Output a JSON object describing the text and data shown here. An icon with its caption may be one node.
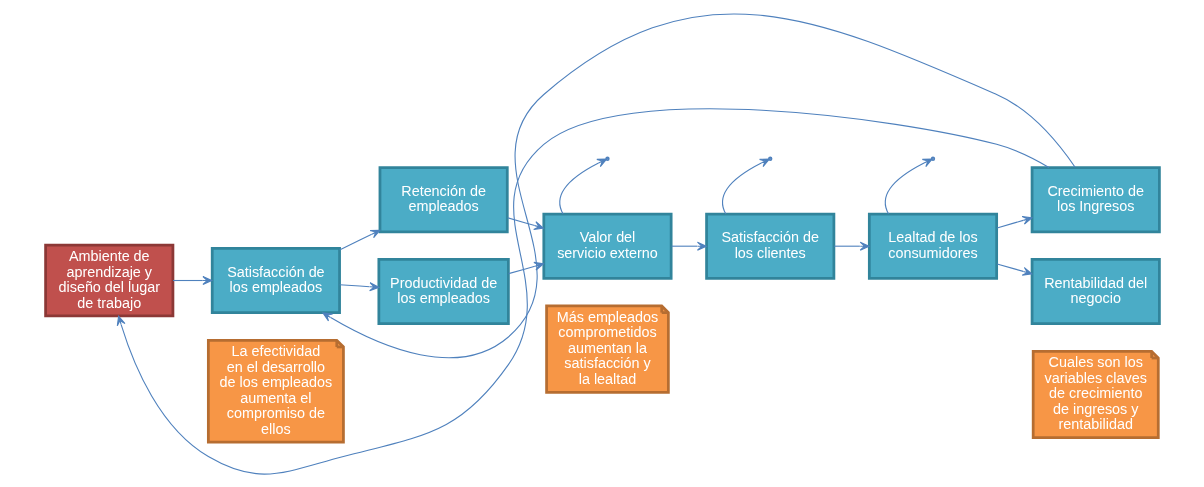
{
  "diagram": {
    "nodes": [
      {
        "text": [
          "Ambiente de aprendizaje y diseño del lugar de trabajo"
        ]
      },
      {
        "text": [
          "Satisfacción de los empleados"
        ]
      },
      {
        "text": [
          "Retención de empleados"
        ]
      },
      {
        "text": [
          "Productividad de los empleados"
        ]
      },
      {
        "text": [
          "Valor del servicio externo"
        ]
      },
      {
        "text": [
          "Satisfacción de los clientes"
        ]
      },
      {
        "text": [
          "Lealtad de los consumidores"
        ]
      },
      {
        "text": [
          "Crecimiento de los Ingresos"
        ]
      },
      {
        "text": [
          "Rentabilidad del negocio"
        ]
      },
      {
        "text": [
          "La efectividad en el desarrollo de los empleados aumenta el compromiso de ellos"
        ]
      },
      {
        "text": [
          "Más empleados comprometidos aumentan la satisfacción y la lealtad"
        ]
      },
      {
        "text": [
          "Cuales son los variables claves de crecimiento de ingresos y rentabilidad"
        ]
      }
    ],
    "edges": [
      {
        "from": 0,
        "to": 1,
        "arrow": "to"
      },
      {
        "from": 1,
        "to": 2,
        "arrow": "to"
      },
      {
        "from": 1,
        "to": 3,
        "arrow": "to"
      },
      {
        "from": 2,
        "to": 4,
        "arrow": "to"
      },
      {
        "from": 3,
        "to": 4,
        "arrow": "to"
      },
      {
        "from": 4,
        "to": 5,
        "arrow": "to"
      },
      {
        "from": 5,
        "to": 6,
        "arrow": "to"
      },
      {
        "from": 6,
        "to": 7,
        "arrow": "to"
      },
      {
        "from": 6,
        "to": 8,
        "arrow": "to"
      },
      {
        "from": 7,
        "to": 0,
        "arrow": "to"
      },
      {
        "from": 7,
        "to": 1,
        "arrow": "to"
      },
      {
        "from": 4,
        "to": null,
        "arrow": "to"
      },
      {
        "from": 5,
        "to": null,
        "arrow": "to"
      },
      {
        "from": 6,
        "to": null,
        "arrow": "to"
      }
    ]
  }
}
